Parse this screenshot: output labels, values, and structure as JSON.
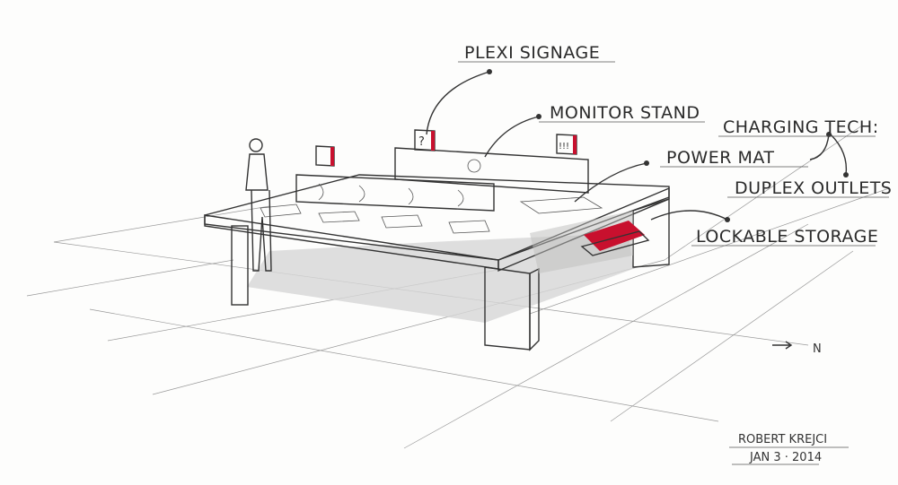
{
  "labels": {
    "plexi_signage": "PLEXI SIGNAGE",
    "monitor_stand": "MONITOR STAND",
    "charging_tech": "CHARGING TECH:",
    "power_mat": "POWER MAT",
    "duplex_outlets": "DUPLEX OUTLETS",
    "lockable_storage": "LOCKABLE STORAGE",
    "north": "N"
  },
  "sign_glyphs": {
    "question": "?",
    "exclaim": "!!!"
  },
  "signature": {
    "name": "ROBERT KREJCI",
    "date": "JAN 3 · 2014"
  },
  "colors": {
    "accent_red": "#c8102e",
    "ink": "#2a2a2a",
    "shadow": "#cfcfcf"
  }
}
